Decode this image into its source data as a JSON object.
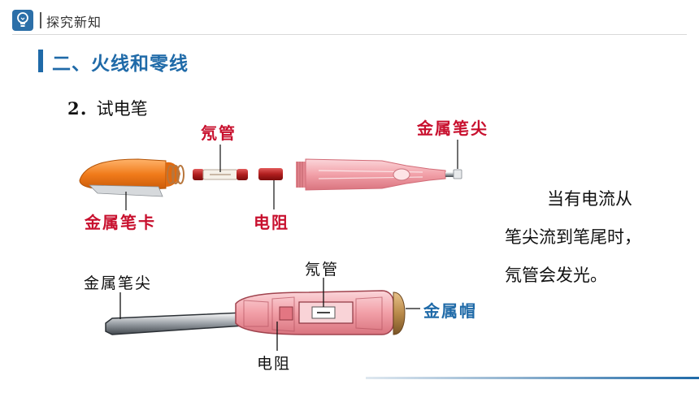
{
  "header": {
    "title": "探究新知"
  },
  "section": {
    "title": "二、火线和零线"
  },
  "subsection": {
    "number": "2．",
    "title": "试电笔"
  },
  "description": {
    "line1": "当有电流从",
    "line2": "笔尖流到笔尾时，",
    "line3": "氖管会发光。"
  },
  "figure1_labels": {
    "neon_tube": "氖管",
    "metal_tip": "金属笔尖",
    "metal_clip": "金属笔卡",
    "resistor": "电阻"
  },
  "figure2_labels": {
    "metal_tip": "金属笔尖",
    "neon_tube": "氖管",
    "metal_cap": "金属帽",
    "resistor": "电阻"
  },
  "colors": {
    "accent": "#1f6aa8",
    "label_red": "#c8102e",
    "clip_orange": "#f07a1a",
    "body_pink": "#f2a0a8"
  }
}
